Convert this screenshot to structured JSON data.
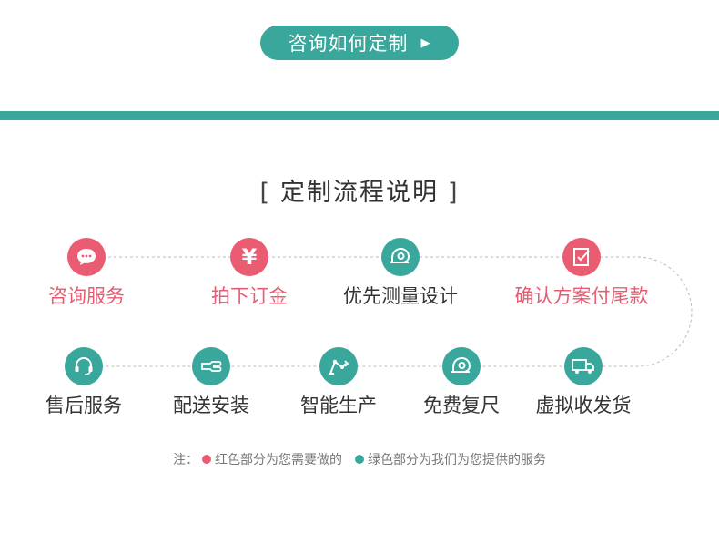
{
  "consult_button": {
    "label": "咨询如何定制",
    "arrow": "▶"
  },
  "section": {
    "bracket_left": "[",
    "title": "定制流程说明",
    "bracket_right": "]"
  },
  "steps_row1": [
    {
      "label": "咨询服务",
      "color": "red",
      "icon": "chat-bubble-icon"
    },
    {
      "label": "拍下订金",
      "color": "red",
      "icon": "yen-icon",
      "glyph": "¥"
    },
    {
      "label": "优先测量设计",
      "color": "teal",
      "icon": "tape-measure-icon"
    },
    {
      "label": "确认方案付尾款",
      "color": "red",
      "icon": "checklist-icon"
    }
  ],
  "steps_row2": [
    {
      "label": "售后服务",
      "color": "teal",
      "icon": "headset-icon"
    },
    {
      "label": "配送安装",
      "color": "teal",
      "icon": "wrench-icon"
    },
    {
      "label": "智能生产",
      "color": "teal",
      "icon": "robot-arm-icon"
    },
    {
      "label": "免费复尺",
      "color": "teal",
      "icon": "tape-measure-icon"
    },
    {
      "label": "虚拟收发货",
      "color": "teal",
      "icon": "delivery-truck-icon"
    }
  ],
  "legend": {
    "prefix": "注：",
    "red_text": "红色部分为您需要做的",
    "teal_text": "绿色部分为我们为您提供的服务"
  },
  "colors": {
    "teal": "#3aa79c",
    "red": "#ea5c72"
  }
}
